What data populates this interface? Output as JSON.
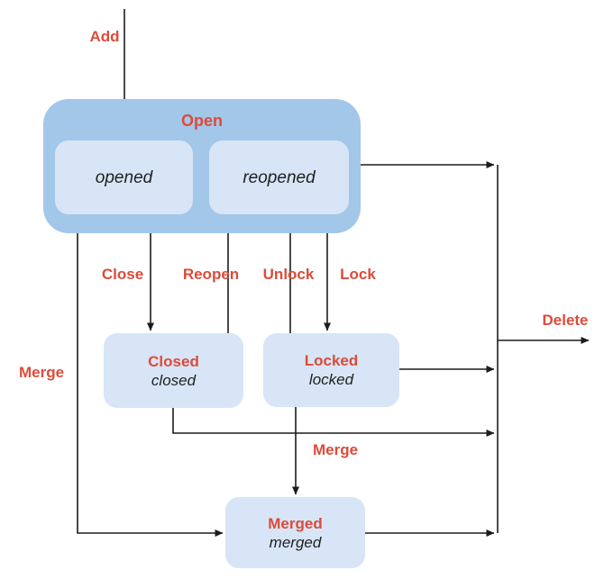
{
  "colors": {
    "background": "#ffffff",
    "group_fill": "#a3c7e9",
    "state_fill": "#d7e5f6",
    "accent_red": "#dd4b39",
    "line": "#1c1c1c",
    "text": "#1f1f1f"
  },
  "states": {
    "open": {
      "title": "Open"
    },
    "opened": {
      "label": "opened"
    },
    "reopened": {
      "label": "reopened"
    },
    "closed": {
      "title": "Closed",
      "label": "closed"
    },
    "locked": {
      "title": "Locked",
      "label": "locked"
    },
    "merged": {
      "title": "Merged",
      "label": "merged"
    }
  },
  "transitions": {
    "add": "Add",
    "close": "Close",
    "reopen": "Reopen",
    "unlock": "Unlock",
    "lock": "Lock",
    "merge_left": "Merge",
    "merge_bottom": "Merge",
    "delete": "Delete"
  }
}
